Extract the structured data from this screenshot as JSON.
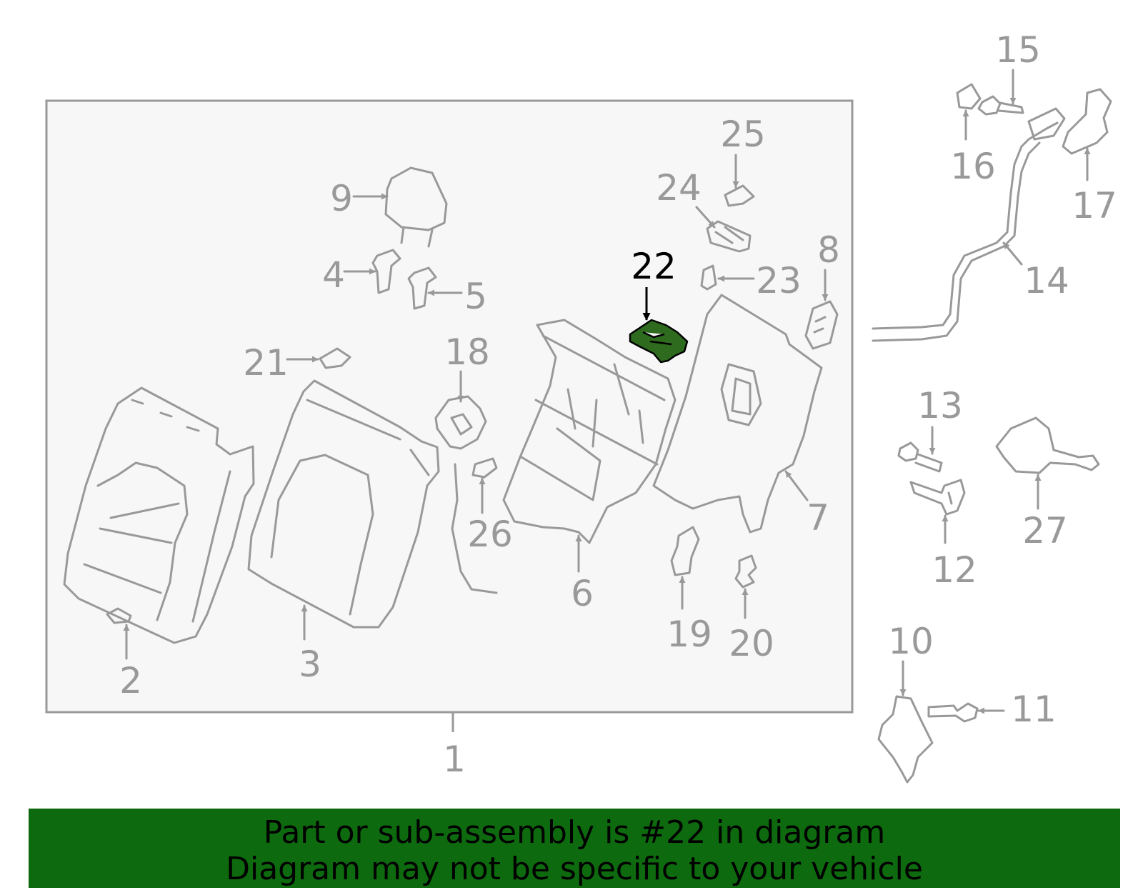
{
  "colors": {
    "line": "#999999",
    "box_fill": "#f7f7f7",
    "highlight_fill": "#2e6b1e",
    "highlight_label": "#000000",
    "banner_bg": "#0e6a0e",
    "banner_text": "#000000"
  },
  "highlighted_part": "22",
  "callouts": {
    "c1": "1",
    "c2": "2",
    "c3": "3",
    "c4": "4",
    "c5": "5",
    "c6": "6",
    "c7": "7",
    "c8": "8",
    "c9": "9",
    "c10": "10",
    "c11": "11",
    "c12": "12",
    "c13": "13",
    "c14": "14",
    "c15": "15",
    "c16": "16",
    "c17": "17",
    "c18": "18",
    "c19": "19",
    "c20": "20",
    "c21": "21",
    "c22": "22",
    "c23": "23",
    "c24": "24",
    "c25": "25",
    "c26": "26",
    "c27": "27"
  },
  "banner": {
    "line1": "Part or sub-assembly is #22 in diagram",
    "line2": "Diagram may not be specific to your vehicle"
  }
}
